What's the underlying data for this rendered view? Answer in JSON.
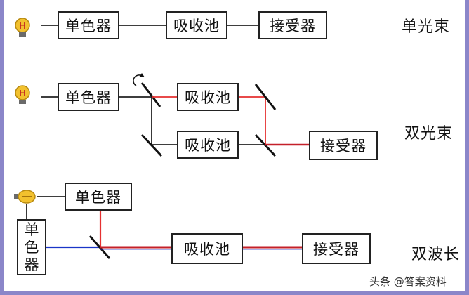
{
  "sections": {
    "single": {
      "label": "单光束",
      "monochromator": "单色器",
      "cell": "吸收池",
      "detector": "接受器"
    },
    "double_beam": {
      "label": "双光束",
      "monochromator": "单色器",
      "cell_top": "吸收池",
      "cell_bottom": "吸收池",
      "detector": "接受器"
    },
    "dual_wavelength": {
      "label": "双波长",
      "monochromator_top": "单色器",
      "monochromator_left": [
        "单",
        "色",
        "器"
      ],
      "cell": "吸收池",
      "detector": "接受器"
    }
  },
  "watermark": "头条 @答案资料",
  "colors": {
    "border": "#8b86c9",
    "red_beam": "#e53030",
    "dark_red_beam": "#c4202a",
    "blue_beam": "#1a35c8",
    "lamp": "#f2c12e"
  },
  "icons": [
    "lamp-icon",
    "rotating-mirror-icon",
    "mirror-icon"
  ]
}
